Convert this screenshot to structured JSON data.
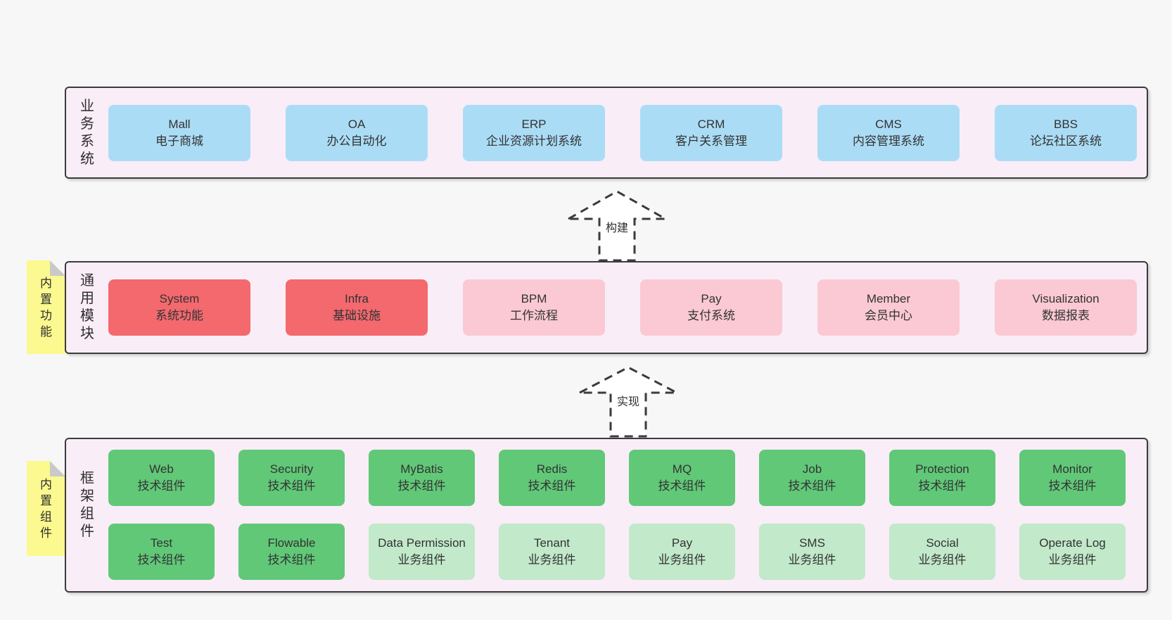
{
  "palette": {
    "page_bg": "#f7f7f7",
    "band_bg": "#f9edf7",
    "band_border": "#3b3b3b",
    "blue": "#abdcf5",
    "red": "#f3696e",
    "pink": "#fbc9d3",
    "green": "#61c878",
    "green_light": "#c1e9ca",
    "note_yellow": "#fbf98f",
    "fold_gray": "#c9c9c9",
    "text": "#333333"
  },
  "arrows": [
    {
      "label": "构建"
    },
    {
      "label": "实现"
    }
  ],
  "bands": [
    {
      "label": "业务系统",
      "boxes": [
        {
          "title": "Mall",
          "subtitle": "电子商城",
          "variant": "blue"
        },
        {
          "title": "OA",
          "subtitle": "办公自动化",
          "variant": "blue"
        },
        {
          "title": "ERP",
          "subtitle": "企业资源计划系统",
          "variant": "blue"
        },
        {
          "title": "CRM",
          "subtitle": "客户关系管理",
          "variant": "blue"
        },
        {
          "title": "CMS",
          "subtitle": "内容管理系统",
          "variant": "blue"
        },
        {
          "title": "BBS",
          "subtitle": "论坛社区系统",
          "variant": "blue"
        }
      ]
    },
    {
      "label": "通用模块",
      "note": "内置功能",
      "boxes": [
        {
          "title": "System",
          "subtitle": "系统功能",
          "variant": "red"
        },
        {
          "title": "Infra",
          "subtitle": "基础设施",
          "variant": "red"
        },
        {
          "title": "BPM",
          "subtitle": "工作流程",
          "variant": "pink"
        },
        {
          "title": "Pay",
          "subtitle": "支付系统",
          "variant": "pink"
        },
        {
          "title": "Member",
          "subtitle": "会员中心",
          "variant": "pink"
        },
        {
          "title": "Visualization",
          "subtitle": "数据报表",
          "variant": "pink"
        }
      ]
    },
    {
      "label": "框架组件",
      "note": "内置组件",
      "rows": [
        [
          {
            "title": "Web",
            "subtitle": "技术组件",
            "variant": "green"
          },
          {
            "title": "Security",
            "subtitle": "技术组件",
            "variant": "green"
          },
          {
            "title": "MyBatis",
            "subtitle": "技术组件",
            "variant": "green"
          },
          {
            "title": "Redis",
            "subtitle": "技术组件",
            "variant": "green"
          },
          {
            "title": "MQ",
            "subtitle": "技术组件",
            "variant": "green"
          },
          {
            "title": "Job",
            "subtitle": "技术组件",
            "variant": "green"
          },
          {
            "title": "Protection",
            "subtitle": "技术组件",
            "variant": "green"
          },
          {
            "title": "Monitor",
            "subtitle": "技术组件",
            "variant": "green"
          }
        ],
        [
          {
            "title": "Test",
            "subtitle": "技术组件",
            "variant": "green"
          },
          {
            "title": "Flowable",
            "subtitle": "技术组件",
            "variant": "green"
          },
          {
            "title": "Data Permission",
            "subtitle": "业务组件",
            "variant": "green-light"
          },
          {
            "title": "Tenant",
            "subtitle": "业务组件",
            "variant": "green-light"
          },
          {
            "title": "Pay",
            "subtitle": "业务组件",
            "variant": "green-light"
          },
          {
            "title": "SMS",
            "subtitle": "业务组件",
            "variant": "green-light"
          },
          {
            "title": "Social",
            "subtitle": "业务组件",
            "variant": "green-light"
          },
          {
            "title": "Operate Log",
            "subtitle": "业务组件",
            "variant": "green-light"
          }
        ]
      ]
    }
  ]
}
